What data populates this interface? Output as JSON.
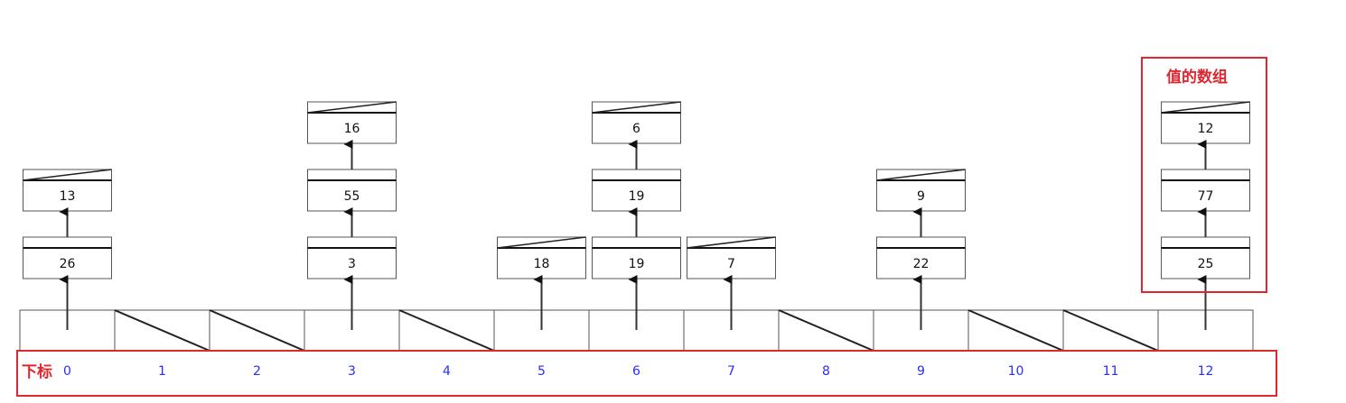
{
  "labels": {
    "index_label": "下标",
    "value_array_label": "值的数组"
  },
  "colors": {
    "annotation_red": "#e0262e",
    "index_blue": "#2b2bff",
    "line": "#333333",
    "box_border": "#555555"
  },
  "buckets": [
    {
      "index": "0",
      "values": [
        "26",
        "13"
      ]
    },
    {
      "index": "1",
      "values": []
    },
    {
      "index": "2",
      "values": []
    },
    {
      "index": "3",
      "values": [
        "3",
        "55",
        "16"
      ]
    },
    {
      "index": "4",
      "values": []
    },
    {
      "index": "5",
      "values": [
        "18"
      ]
    },
    {
      "index": "6",
      "values": [
        "19",
        "19",
        "6"
      ]
    },
    {
      "index": "7",
      "values": [
        "7"
      ]
    },
    {
      "index": "8",
      "values": []
    },
    {
      "index": "9",
      "values": [
        "22",
        "9"
      ]
    },
    {
      "index": "10",
      "values": []
    },
    {
      "index": "11",
      "values": []
    },
    {
      "index": "12",
      "values": [
        "25",
        "77",
        "12"
      ]
    }
  ]
}
